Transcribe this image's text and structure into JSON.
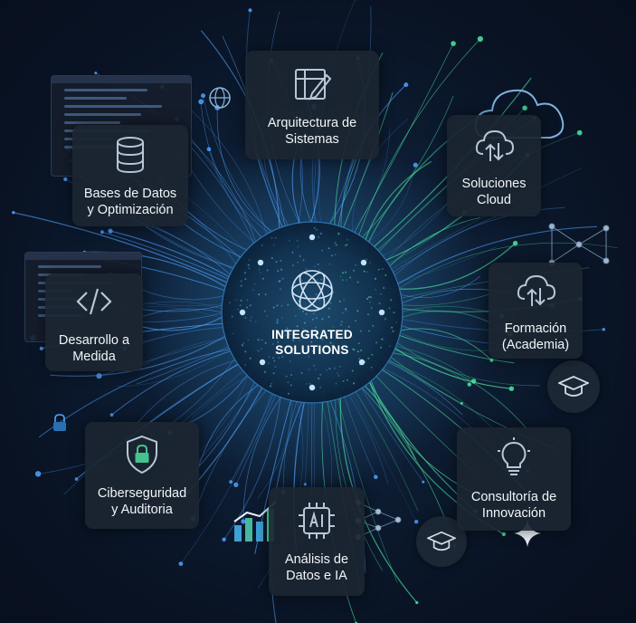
{
  "hub": {
    "label": "INTEGRATED\nSOLUTIONS",
    "icon": "atom-globe-icon"
  },
  "services": [
    {
      "id": "arquitectura",
      "label": "Arquitectura de\nSistemas",
      "icon": "blueprint-pencil-icon"
    },
    {
      "id": "cloud",
      "label": "Soluciones\nCloud",
      "icon": "cloud-sync-icon"
    },
    {
      "id": "formacion",
      "label": "Formación\n(Academia)",
      "icon": "cloud-sync-icon"
    },
    {
      "id": "consultoria",
      "label": "Consultoría de\nInnovación",
      "icon": "lightbulb-icon"
    },
    {
      "id": "analisis",
      "label": "Análisis de\nDatos e IA",
      "icon": "ai-chip-icon"
    },
    {
      "id": "ciberseguridad",
      "label": "Ciberseguridad\ny Auditoria",
      "icon": "shield-lock-icon"
    },
    {
      "id": "desarrollo",
      "label": "Desarrollo a\nMedida",
      "icon": "code-brackets-icon"
    },
    {
      "id": "bases",
      "label": "Bases de Datos\ny Optimización",
      "icon": "database-icon"
    }
  ],
  "colors": {
    "accent_blue": "#4fa3ff",
    "accent_green": "#4ee6a2",
    "icon_stroke": "#b8c7d6",
    "card_bg": "#1c2632"
  }
}
